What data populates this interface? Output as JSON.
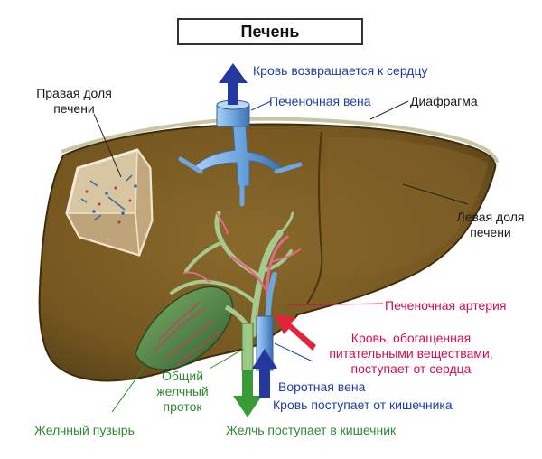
{
  "title": "Печень",
  "labels": {
    "right_lobe": [
      "Правая доля",
      "печени"
    ],
    "left_lobe": [
      "Левая доля",
      "печени"
    ],
    "diaphragm": "Диафрагма",
    "hepatic_vein": "Печеночная вена",
    "blood_to_heart": "Кровь возвращается к сердцу",
    "hepatic_artery": "Печеночная артерия",
    "oxygenated_blood": [
      "Кровь, обогащенная",
      "питательными веществами,",
      "поступает от сердца"
    ],
    "portal_vein": "Воротная вена",
    "blood_from_intestine": "Кровь поступает от кишечника",
    "common_bile_duct": [
      "Общий",
      "желчный",
      "проток"
    ],
    "gallbladder": "Желчный пузырь",
    "bile_to_intestine": "Желчь поступает в кишечник"
  },
  "colors": {
    "liver": "#7a5a22",
    "liver_dark": "#4e3812",
    "blue_text": "#1f3da8",
    "red_text": "#d0104c",
    "green_text": "#2f8a2f",
    "vein_blue": "#7fb4e8",
    "arrow_blue": "#25389e",
    "arrow_red": "#e0243c",
    "arrow_green": "#3a9a3a",
    "gallbladder": "#3f7a3a"
  }
}
